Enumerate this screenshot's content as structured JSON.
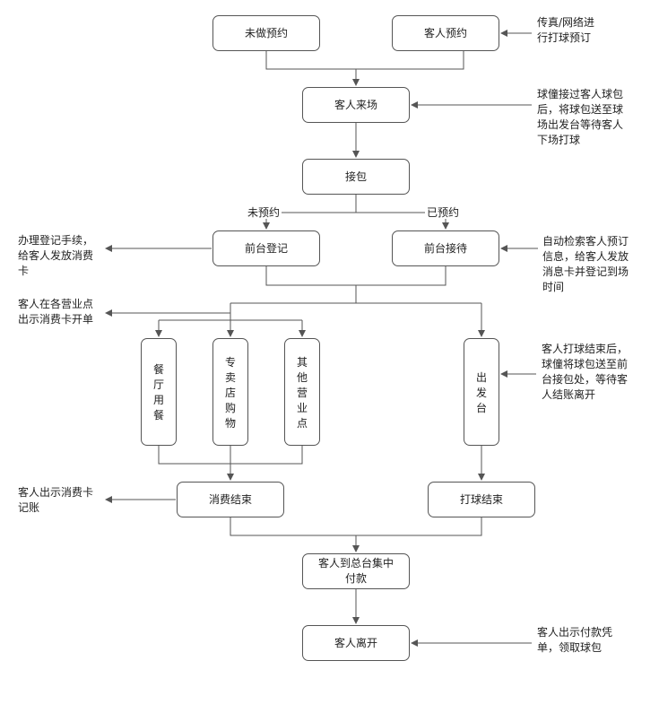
{
  "nodes": {
    "no_reservation": "未做预约",
    "guest_reservation": "客人预约",
    "guest_arrives": "客人来场",
    "receive_bag": "接包",
    "front_desk_register": "前台登记",
    "front_desk_reception": "前台接待",
    "restaurant": "餐\n厅\n用\n餐",
    "pro_shop": "专\n卖\n店\n购\n物",
    "other_outlets": "其\n他\n营\n业\n点",
    "tee_off": "出\n发\n台",
    "consumption_end": "消费结束",
    "golf_end": "打球结束",
    "central_payment": "客人到总台集中\n付款",
    "guest_leaves": "客人离开"
  },
  "edge_labels": {
    "not_reserved": "未预约",
    "reserved": "已预约"
  },
  "notes": {
    "fax_network": "传真/网络进\n行打球预订",
    "caddie_bag": "球僮接过客人球包\n后，将球包送至球\n场出发台等待客人\n下场打球",
    "register_card": "办理登记手续，\n给客人发放消费\n卡",
    "auto_search": "自动检索客人预订\n信息，给客人发放\n消息卡并登记到场\n时间",
    "show_card_outlets": "客人在各营业点\n出示消费卡开单",
    "after_golf": "客人打球结束后，\n球僮将球包送至前\n台接包处，等待客\n人结账离开",
    "show_card_account": "客人出示消费卡\n记账",
    "show_voucher": "客人出示付款凭\n单，领取球包"
  }
}
